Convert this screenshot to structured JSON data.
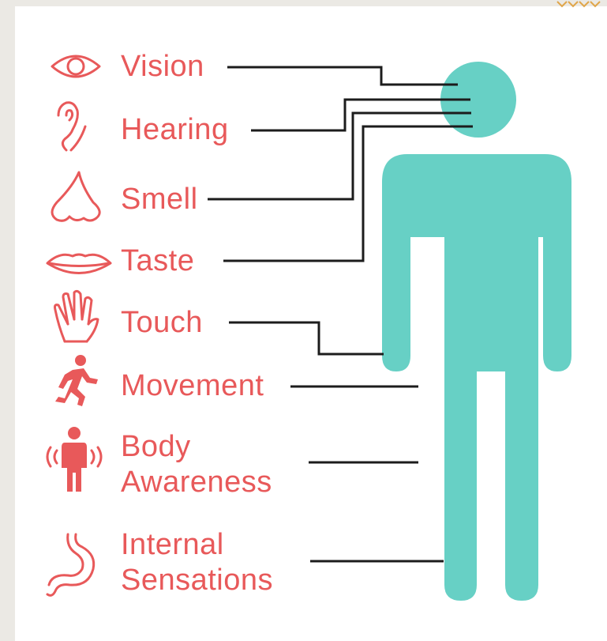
{
  "colors": {
    "label": "#e8595a",
    "icon": "#e8595a",
    "figure": "#67d0c5",
    "connector": "#1c1c1c",
    "frame": "#ebe9e4"
  },
  "senses": [
    {
      "label": "Vision",
      "icon": "eye-icon"
    },
    {
      "label": "Hearing",
      "icon": "ear-icon"
    },
    {
      "label": "Smell",
      "icon": "nose-icon"
    },
    {
      "label": "Taste",
      "icon": "lips-icon"
    },
    {
      "label": "Touch",
      "icon": "hand-icon"
    },
    {
      "label": "Movement",
      "icon": "running-person-icon"
    },
    {
      "label_line1": "Body",
      "label_line2": "Awareness",
      "icon": "vibrating-body-icon"
    },
    {
      "label_line1": "Internal",
      "label_line2": "Sensations",
      "icon": "stomach-icon"
    }
  ]
}
